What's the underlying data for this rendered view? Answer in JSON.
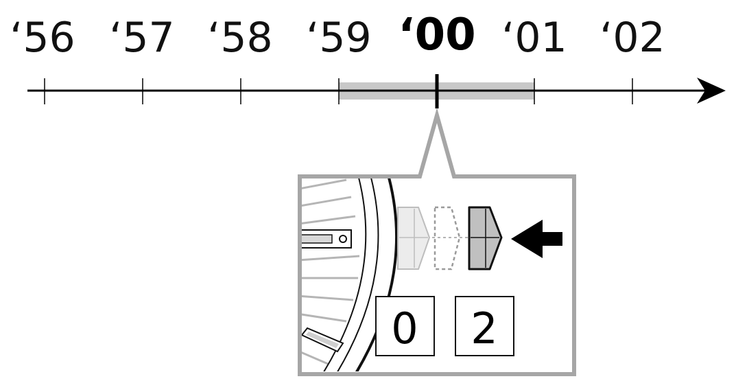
{
  "timeline": {
    "years": [
      "‘56",
      "‘57",
      "‘58",
      "‘59",
      "‘00",
      "‘01",
      "‘02"
    ],
    "current_year": "‘00",
    "highlight_range": [
      "‘59",
      "‘01"
    ]
  },
  "inset": {
    "date_digits": [
      "0",
      "2"
    ]
  },
  "colors": {
    "line": "#000000",
    "highlight_band": "#c8c8c8",
    "inset_frame": "#a6a6a6",
    "crown_fill": "#c0c0c0",
    "ghost_fill": "#ececec"
  }
}
